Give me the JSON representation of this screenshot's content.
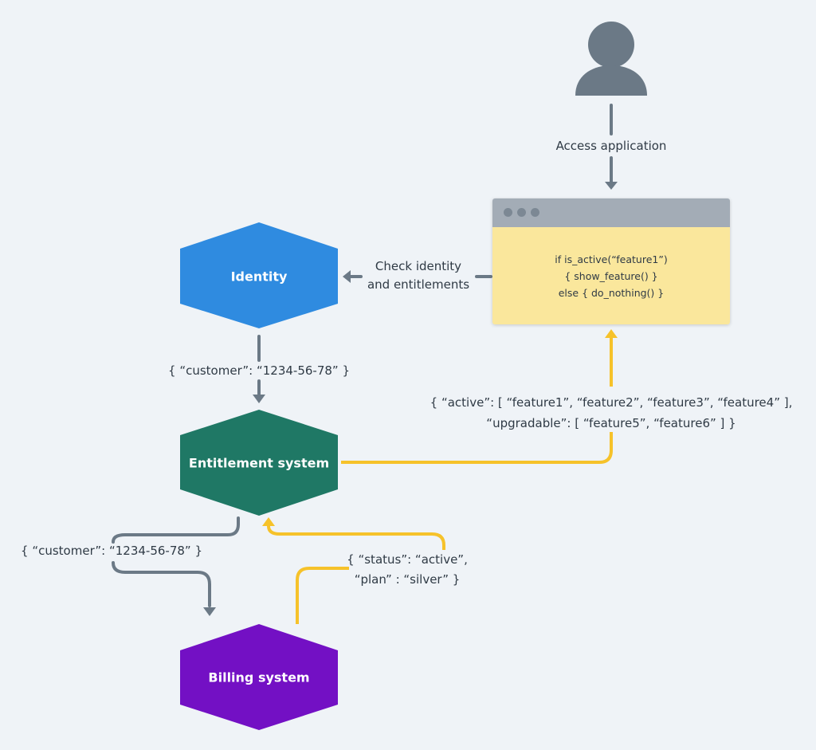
{
  "colors": {
    "background": "#eff3f7",
    "identity": "#2f8be0",
    "entitlement": "#1f7865",
    "billing": "#7310c4",
    "gray_arrow": "#6b7986",
    "yellow_arrow": "#f6c22a",
    "browser_bar": "#a3acb6",
    "browser_body": "#fae79c"
  },
  "nodes": {
    "identity": "Identity",
    "entitlement": "Entitlement system",
    "billing": "Billing system"
  },
  "user": {
    "icon": "user-icon"
  },
  "browser": {
    "code": [
      "if is_active(“feature1”)",
      "{ show_feature() }",
      "else { do_nothing() }"
    ]
  },
  "labels": {
    "access": "Access application",
    "check_line1": "Check identity",
    "check_line2": "and entitlements",
    "customer1": "{ “customer”: “1234-56-78” }",
    "response_line1": "{  “active”: [ “feature1”, “feature2”, “feature3”, “feature4” ],",
    "response_line2": "“upgradable”: [ “feature5”, “feature6” ] }",
    "customer2": "{ “customer”: “1234-56-78” }",
    "status_line1": "{ “status”: “active”,",
    "status_line2": "“plan” : “silver” }"
  }
}
